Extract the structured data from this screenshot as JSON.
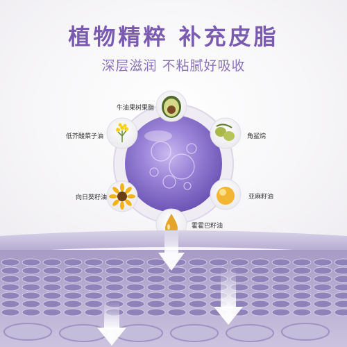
{
  "headline": "植物精粹 补充皮脂",
  "subheadline": "深层滋润 不粘腻好吸收",
  "ingredients": [
    {
      "label": "牛油果树果脂",
      "icon": "avocado-icon"
    },
    {
      "label": "角鲨烷",
      "icon": "olive-icon"
    },
    {
      "label": "亚麻籽油",
      "icon": "flaxseed-oil-icon"
    },
    {
      "label": "霍霍巴籽油",
      "icon": "oil-drop-icon"
    },
    {
      "label": "向日葵籽油",
      "icon": "sunflower-icon"
    },
    {
      "label": "低芥酸菜子油",
      "icon": "rapeseed-flower-icon"
    }
  ],
  "colors": {
    "accent": "#7a5bb0",
    "sphere": "#8f78cf",
    "nail_surface": "#b7aed2",
    "nail_shadow": "#8e82b8"
  }
}
